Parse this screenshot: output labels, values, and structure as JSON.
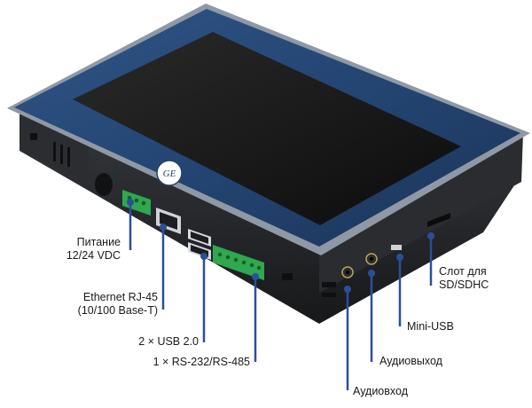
{
  "labels": {
    "power": [
      "Питание",
      "12/24 VDC"
    ],
    "ethernet": [
      "Ethernet RJ-45",
      "(10/100 Base-T)"
    ],
    "usb": [
      "2 × USB 2.0"
    ],
    "serial": [
      "1 × RS-232/RS-485"
    ],
    "audio_in": [
      "Аудиовход"
    ],
    "audio_out": [
      "Аудиовыход"
    ],
    "mini_usb": [
      "Mini-USB"
    ],
    "sd_slot": [
      "Слот для",
      "SD/SDHC"
    ]
  },
  "colors": {
    "bezel": "#22426e",
    "bezel_edge": "#8f99a6",
    "screen": "#141414",
    "body": "#1f2124",
    "terminal": "#2fa84f",
    "callout": "#2a4f9a",
    "text": "#1a1a1a"
  },
  "icons": {
    "logo": "ge-logo"
  }
}
